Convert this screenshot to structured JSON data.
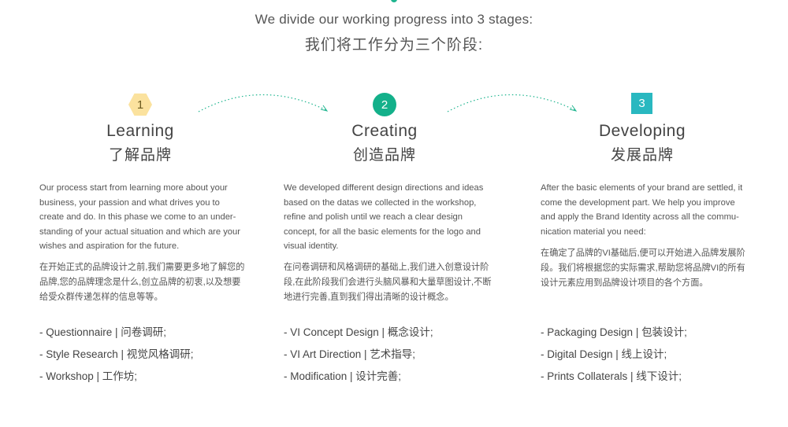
{
  "intro": {
    "title_en": "We divide our working progress into 3 stages:",
    "title_zh": "我们将工作分为三个阶段:"
  },
  "colors": {
    "stage1_badge": "#fbe29e",
    "stage2_badge": "#13b08a",
    "stage3_badge": "#29b8c0",
    "connector": "#1fb58f"
  },
  "stages": [
    {
      "number": "1",
      "badge_shape": "hexagon",
      "title_en": "Learning",
      "title_zh": "了解品牌",
      "desc_en": "Our process start from learning more about your business, your passion and what drives you to create and do. In this phase we come to an under-standing of your actual situation and which are your wishes and aspiration for the future.",
      "desc_zh": "在开始正式的品牌设计之前,我们需要更多地了解您的品牌,您的品牌理念是什么,创立品牌的初衷,以及想要给受众群传递怎样的信息等等。",
      "items": [
        "- Questionnaire | 问卷调研;",
        "- Style Research | 视觉风格调研;",
        "- Workshop | 工作坊;"
      ]
    },
    {
      "number": "2",
      "badge_shape": "circle",
      "title_en": "Creating",
      "title_zh": "创造品牌",
      "desc_en": "We developed different design directions and ideas based on the datas we collected in the workshop, refine and polish until we reach a clear design concept, for all the basic elements for the logo and visual identity.",
      "desc_zh": "在问卷调研和风格调研的基础上,我们进入创意设计阶段,在此阶段我们会进行头脑风暴和大量草图设计,不断地进行完善,直到我们得出清晰的设计概念。",
      "items": [
        "- VI Concept Design | 概念设计;",
        "- VI Art Direction | 艺术指导;",
        "- Modification | 设计完善;"
      ]
    },
    {
      "number": "3",
      "badge_shape": "square",
      "title_en": "Developing",
      "title_zh": "发展品牌",
      "desc_en": "After the basic elements of your brand are settled, it come the development part. We help you improve and apply the Brand Identity across all the commu-nication material you need:",
      "desc_zh": "在确定了品牌的VI基础后,便可以开始进入品牌发展阶段。我们将根据您的实际需求,帮助您将品牌VI的所有设计元素应用到品牌设计项目的各个方面。",
      "items": [
        "- Packaging Design | 包装设计;",
        "- Digital Design | 线上设计;",
        "- Prints Collaterals | 线下设计;"
      ]
    }
  ]
}
